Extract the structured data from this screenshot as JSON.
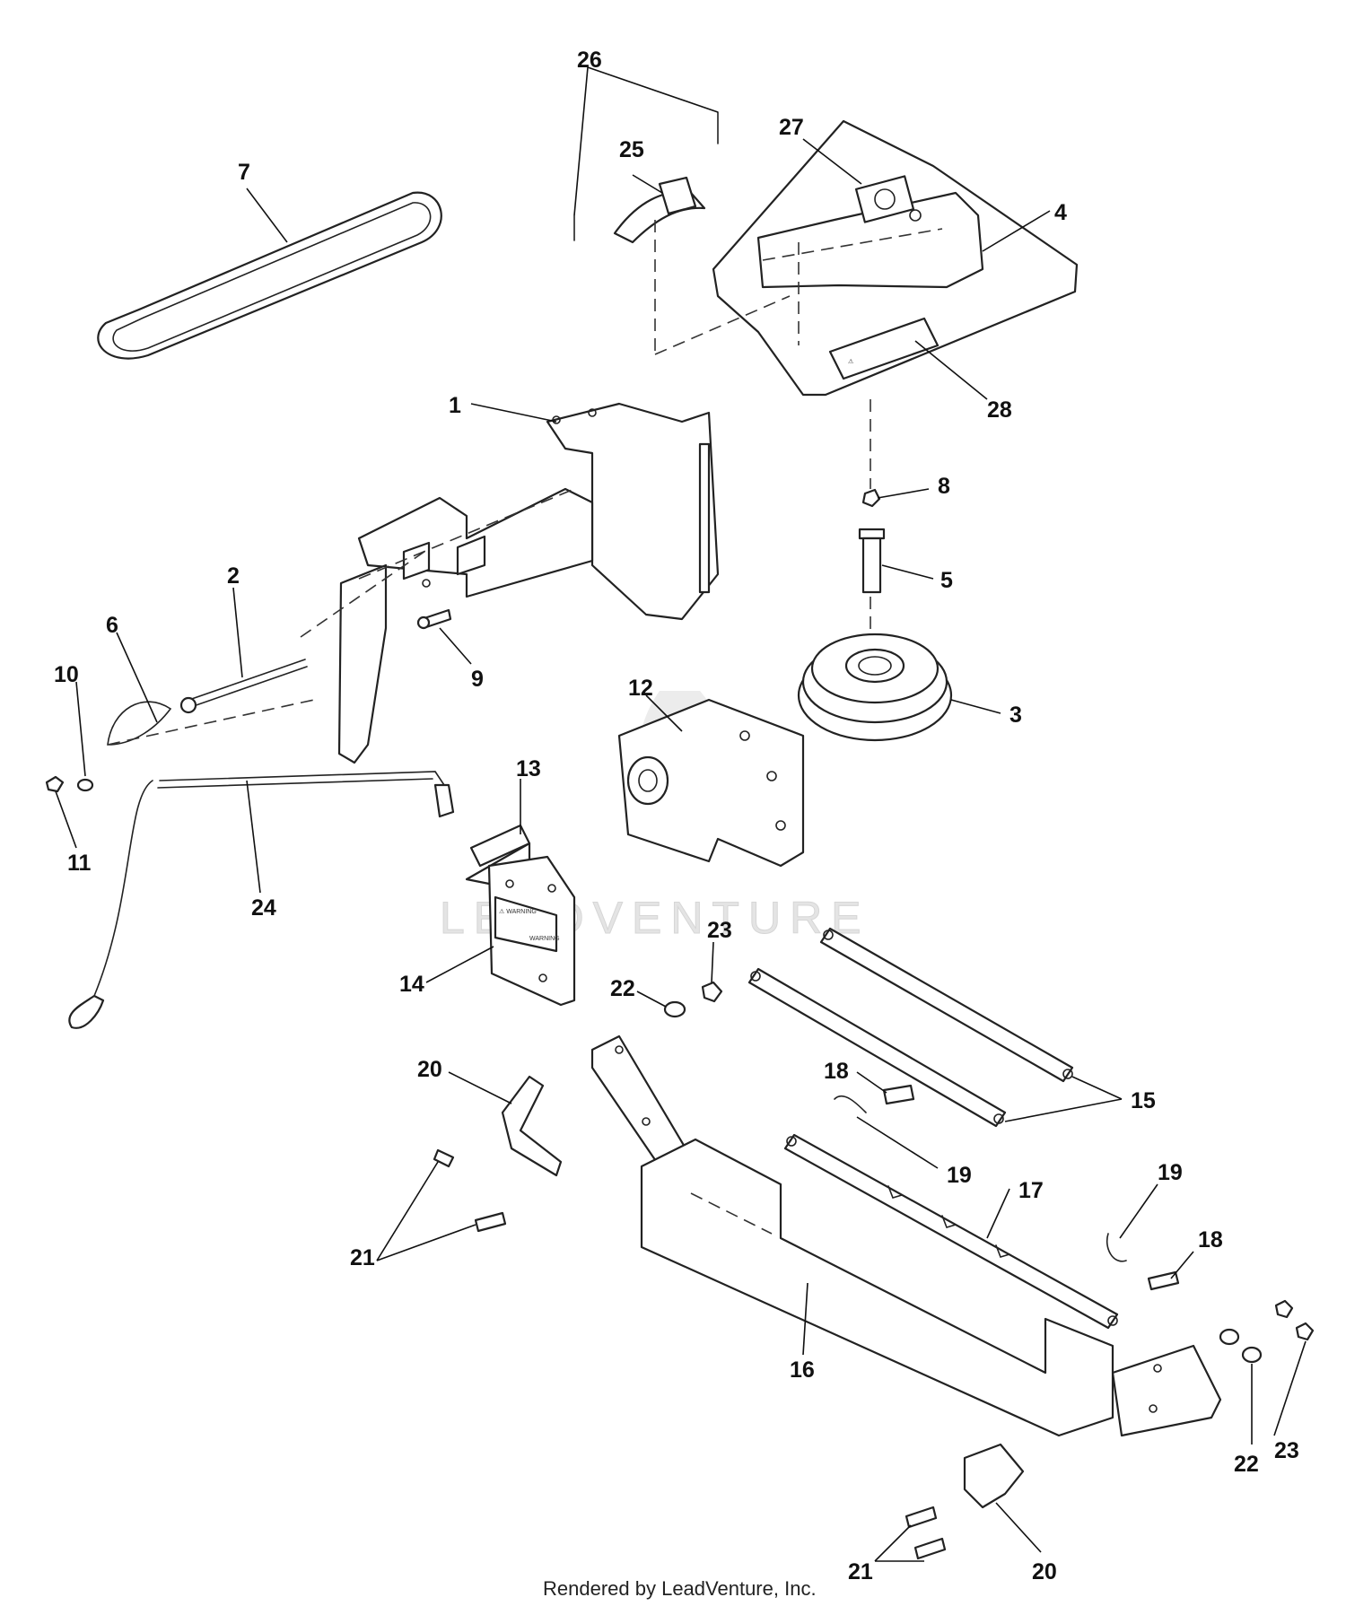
{
  "watermark": "LEADVENTURE",
  "footer": "Rendered by LeadVenture, Inc.",
  "decals": {
    "hood_warning": "⚠",
    "plate_warning": "⚠ WARNING",
    "plate_small": "WARNING"
  },
  "callouts": {
    "c1": "1",
    "c2": "2",
    "c3": "3",
    "c4": "4",
    "c5": "5",
    "c6": "6",
    "c7": "7",
    "c8": "8",
    "c9": "9",
    "c10": "10",
    "c11": "11",
    "c12": "12",
    "c13": "13",
    "c14": "14",
    "c15": "15",
    "c16": "16",
    "c17": "17",
    "c18a": "18",
    "c18b": "18",
    "c19a": "19",
    "c19b": "19",
    "c20a": "20",
    "c20b": "20",
    "c21a": "21",
    "c21b": "21",
    "c22a": "22",
    "c22b": "22",
    "c23a": "23",
    "c23b": "23",
    "c24": "24",
    "c25": "25",
    "c26": "26",
    "c27": "27",
    "c28": "28"
  }
}
